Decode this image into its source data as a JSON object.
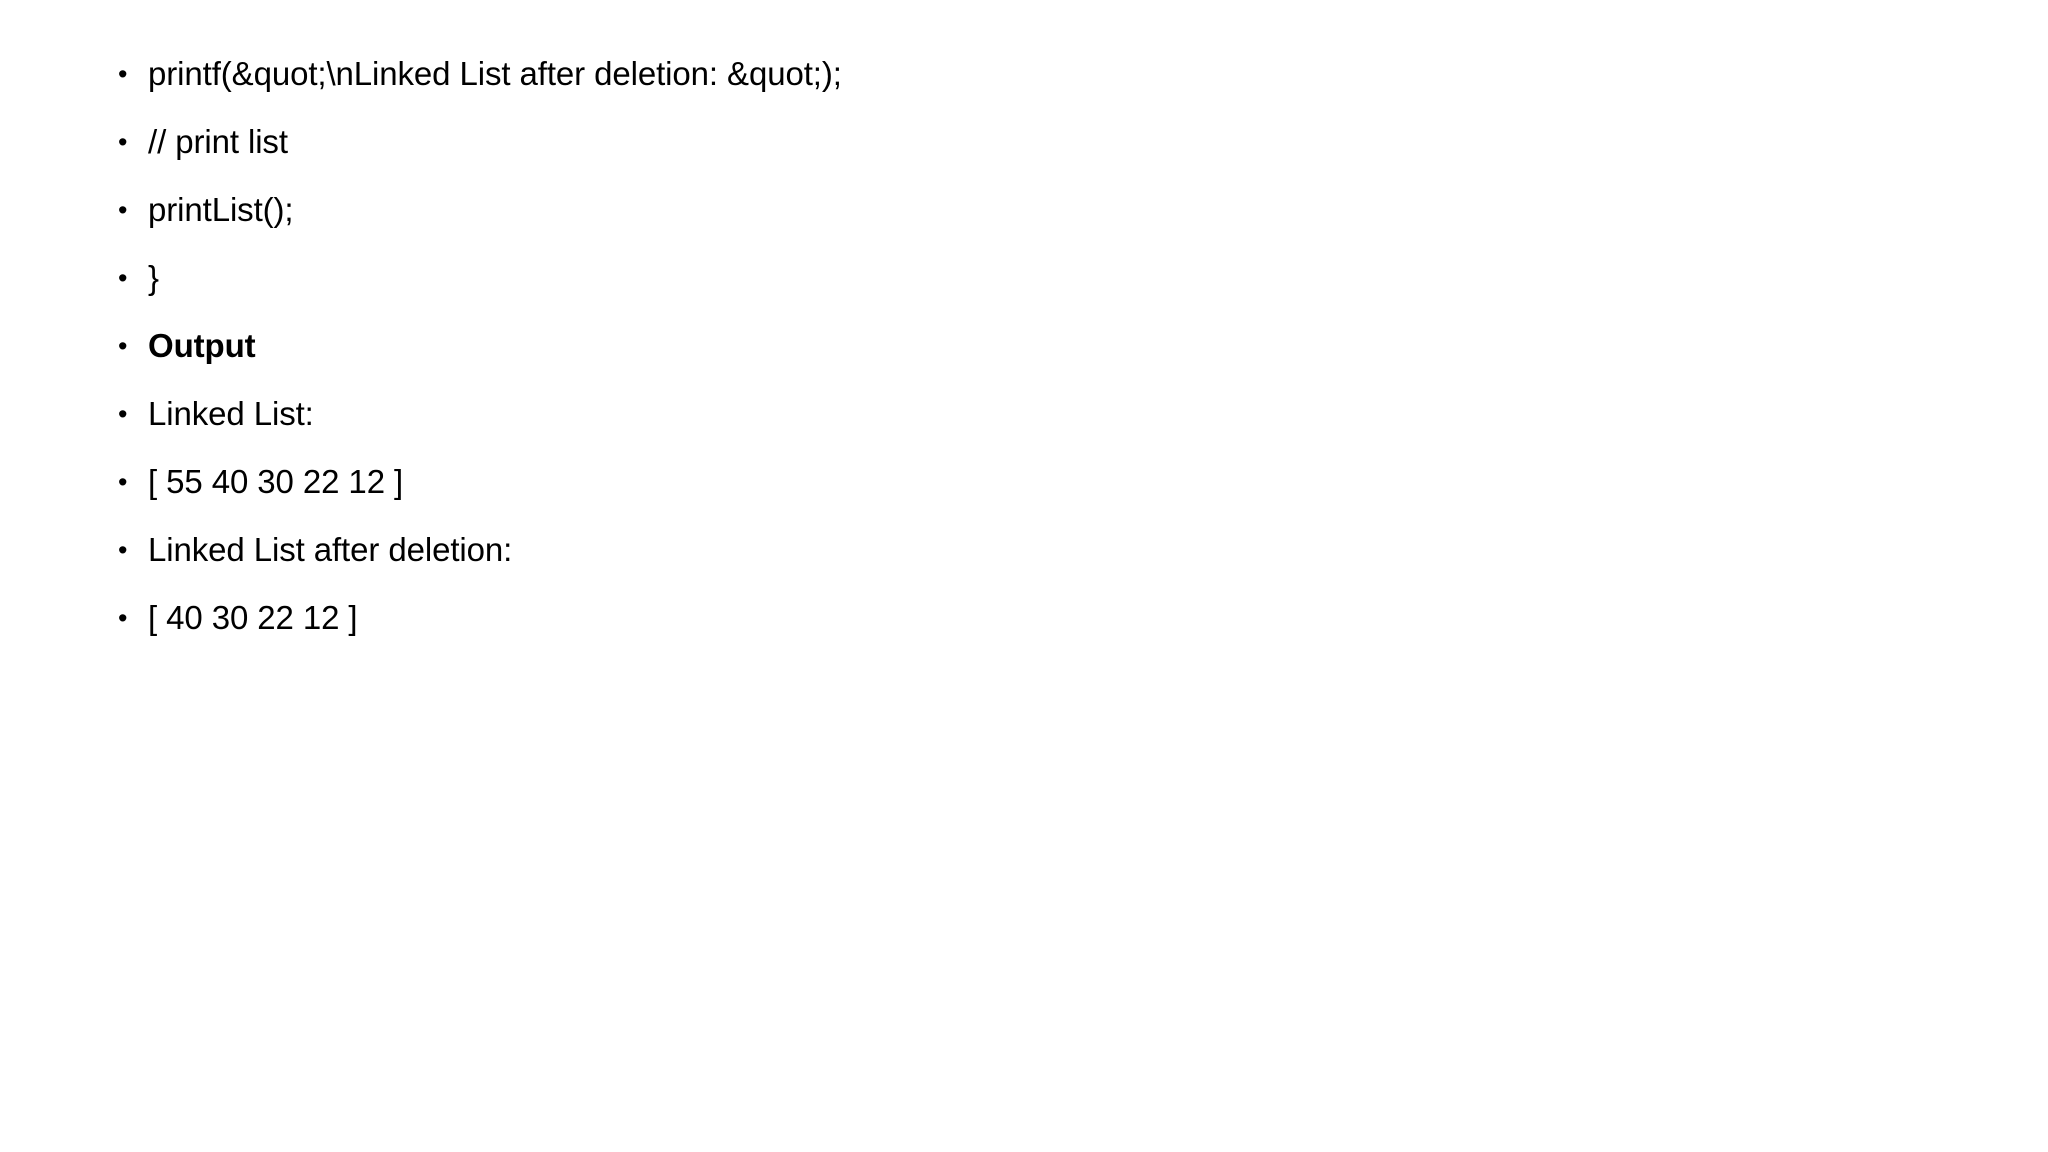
{
  "slide": {
    "background_color": "#FFFFFF",
    "text_color": "#000000",
    "bullet_glyph": "•",
    "content": [
      {
        "text": "printf(&quot;\\nLinked List after deletion: &quot;);",
        "bold": false
      },
      {
        "text": "// print list",
        "bold": false
      },
      {
        "text": "printList();",
        "bold": false
      },
      {
        "text": "}",
        "bold": false
      },
      {
        "text": "Output",
        "bold": true
      },
      {
        "text": "Linked List:",
        "bold": false
      },
      {
        "text": "[ 55 40 30 22 12 ]",
        "bold": false
      },
      {
        "text": "Linked List after deletion:",
        "bold": false
      },
      {
        "text": "[ 40 30 22 12 ]",
        "bold": false
      }
    ]
  }
}
